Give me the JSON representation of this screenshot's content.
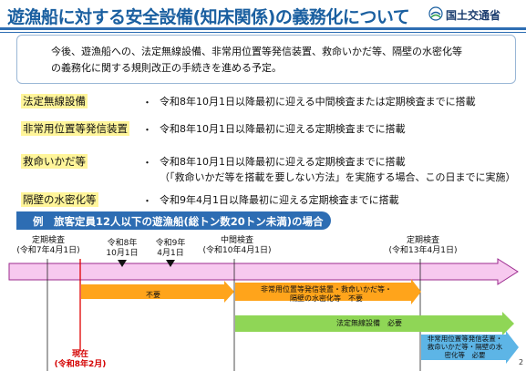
{
  "header": {
    "title": "遊漁船に対する安全設備(知床関係)の義務化について",
    "agency": "国土交通省"
  },
  "intro": {
    "line1": "今後、遊漁船への、法定無線設備、非常用位置等発信装置、救命いかだ等、隔壁の水密化等",
    "line2": "の義務化に関する規則改正の手続きを進める予定。"
  },
  "items": [
    {
      "label": "法定無線設備",
      "bullet": "・",
      "desc": "令和8年10月1日以降最初に迎える中間検査または定期検査までに搭載"
    },
    {
      "label": "非常用位置等発信装置",
      "bullet": "・",
      "desc": "令和8年10月1日以降最初に迎える定期検査までに搭載"
    },
    {
      "label": "救命いかだ等",
      "bullet": "・",
      "desc": "令和8年10月1日以降最初に迎える定期検査までに搭載",
      "note": "（「救命いかだ等を搭載を要しない方法」を実施する場合、この日までに実施）"
    },
    {
      "label": "隔壁の水密化等",
      "bullet": "・",
      "desc": "令和9年4月1日以降最初に迎える定期検査までに搭載"
    }
  ],
  "example": {
    "banner": "例　旅客定員12人以下の遊漁船(総トン数20トン未満)の場合"
  },
  "timeline": {
    "labels": {
      "t1": [
        "定期検査",
        "(令和7年4月1日)"
      ],
      "t2": [
        "令和8年",
        "10月1日"
      ],
      "t3": [
        "令和9年",
        "4月1日"
      ],
      "t4": [
        "中間検査",
        "(令和10年4月1日)"
      ],
      "t5": [
        "定期検査",
        "(令和13年4月1日)"
      ],
      "now": [
        "現在",
        "(令和8年2月)"
      ]
    },
    "bars": {
      "unneeded": "不要",
      "needed1": [
        "非常用位置等発信装置・救命いかだ等・",
        "隔壁の水密化等　不要"
      ],
      "radio": "法定無線設備　必要",
      "needed2": [
        "非常用位置等発信装置・",
        "救命いかだ等・隔壁の水",
        "密化等　必要"
      ]
    },
    "colors": {
      "orange": "#ffa41b",
      "green": "#8fd656",
      "blue": "#5db5e6",
      "pink": "#f7c9ef",
      "now": "#e00000"
    }
  },
  "page_number": "2"
}
